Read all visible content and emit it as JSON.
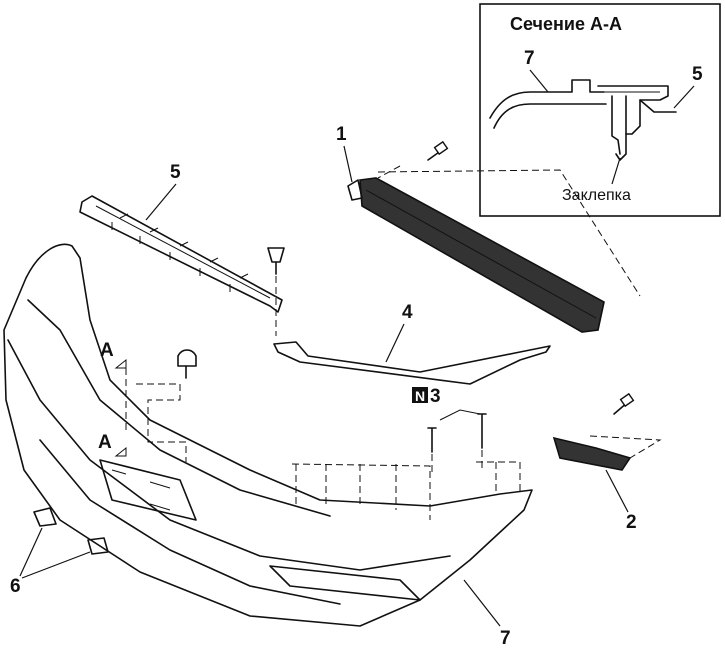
{
  "inset": {
    "title": "Сечение А-А",
    "callout_left": "7",
    "callout_right": "5",
    "rivet_label": "Заклепка"
  },
  "callouts": {
    "c1": "1",
    "c2": "2",
    "c3_badge": "N",
    "c3": "3",
    "c4": "4",
    "c5": "5",
    "c6": "6",
    "c7": "7"
  },
  "section_marks": {
    "upper": "A",
    "lower": "A"
  }
}
